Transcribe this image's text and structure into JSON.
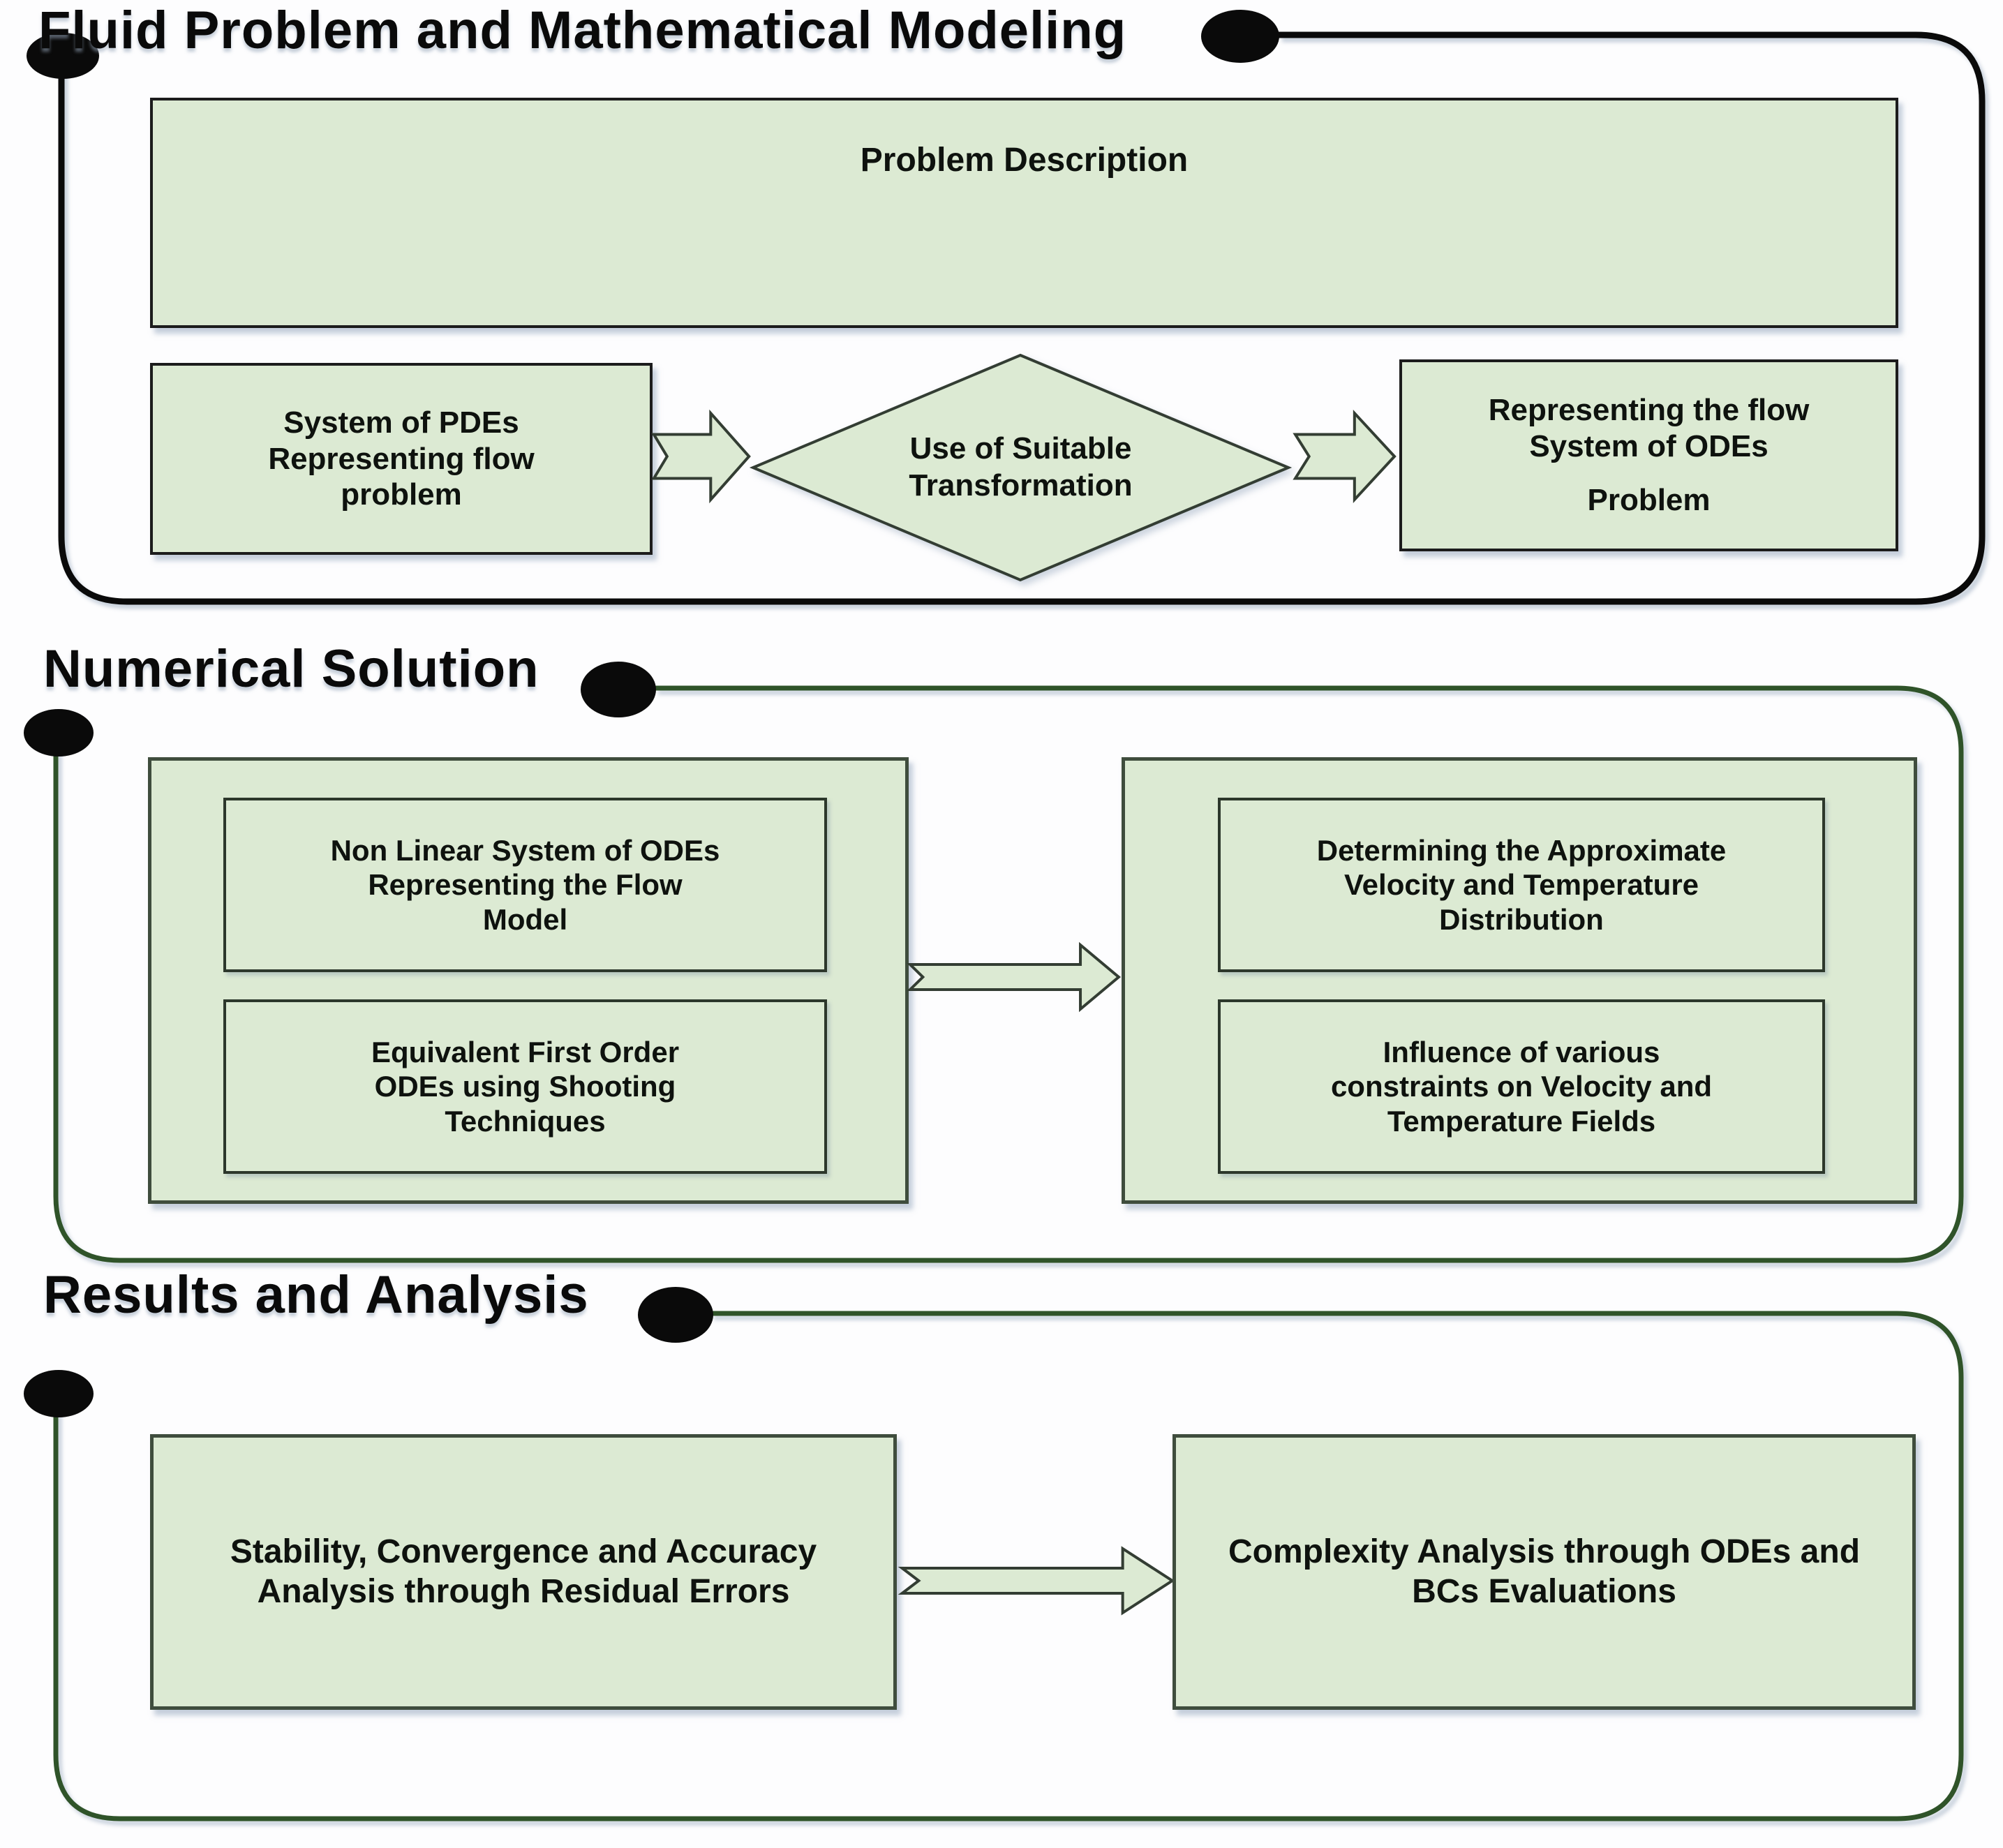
{
  "colors": {
    "box-fill": "#dcead3",
    "box-border": "#2c372b",
    "outer-border": "#3f4d3d",
    "container-green": "#2f5329",
    "connector-black": "#0a0a0a",
    "text": "#0e120e"
  },
  "section1": {
    "title": "Fluid Problem and Mathematical Modeling",
    "problem_description": "Problem Description",
    "pde_box": "System of PDEs Representing flow problem",
    "transform_diamond": "Use of Suitable Transformation",
    "ode_box_main": "Representing the flow System of ODEs",
    "ode_box_sub": "Problem"
  },
  "section2": {
    "title": "Numerical Solution",
    "nonlinear_box": "Non Linear System of ODEs Representing the Flow Model",
    "shooting_box": "Equivalent First Order ODEs using Shooting Techniques",
    "velocity_box": "Determining the Approximate Velocity and Temperature Distribution",
    "influence_box": "Influence of various constraints on Velocity and Temperature Fields"
  },
  "section3": {
    "title": "Results and Analysis",
    "stability_box": "Stability, Convergence and Accuracy Analysis through Residual Errors",
    "complexity_box": "Complexity Analysis through ODEs and BCs Evaluations"
  }
}
